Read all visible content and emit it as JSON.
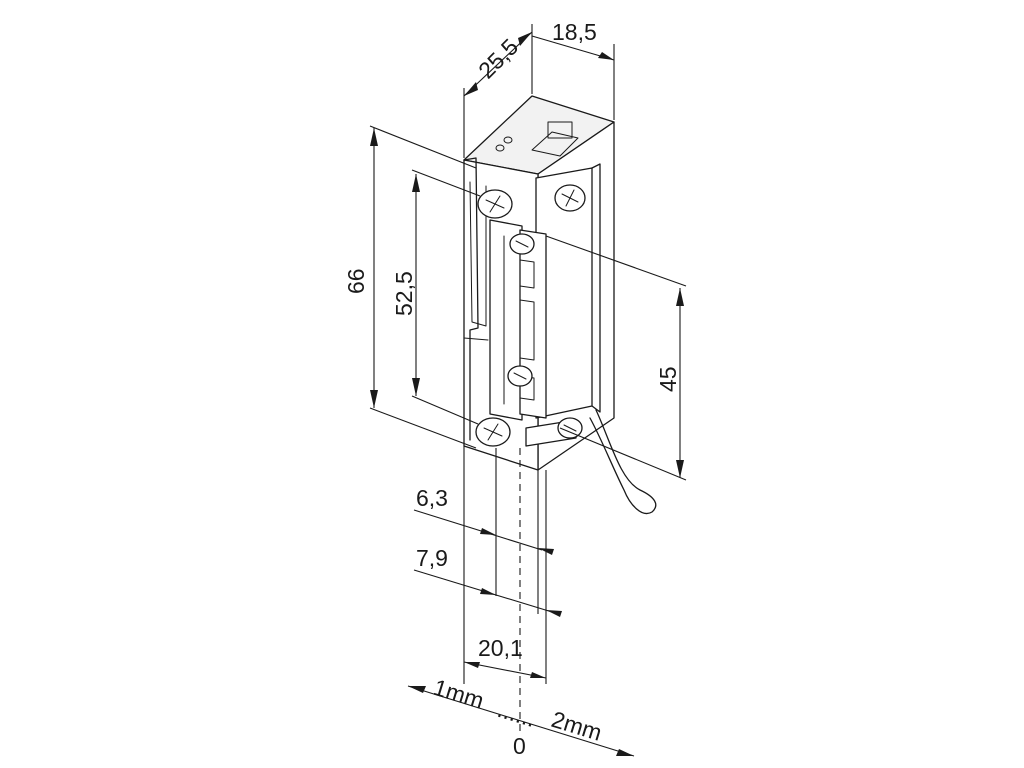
{
  "drawing": {
    "dimensions": {
      "depth_top": "25,5",
      "width_top": "18,5",
      "height_total": "66",
      "screw_spacing": "52,5",
      "latch_height": "45",
      "offset_a": "6,3",
      "offset_b": "7,9",
      "front_width": "20,1",
      "adjust_left": "1mm",
      "adjust_dots": "......",
      "adjust_right": "2mm",
      "adjust_zero": "0"
    }
  }
}
